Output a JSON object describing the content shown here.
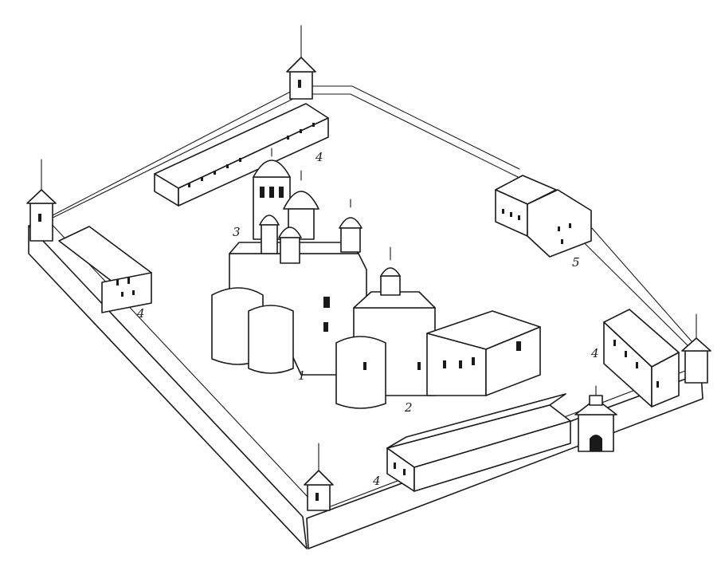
{
  "labels": {
    "cathedral": "1",
    "refectory_church": "2",
    "bell_tower": "3",
    "cells_north": "4",
    "cells_west": "4",
    "cells_east": "4",
    "cells_south": "4",
    "house_ne": "5"
  },
  "colors": {
    "ink": "#1a1a1a",
    "paper": "#ffffff"
  }
}
